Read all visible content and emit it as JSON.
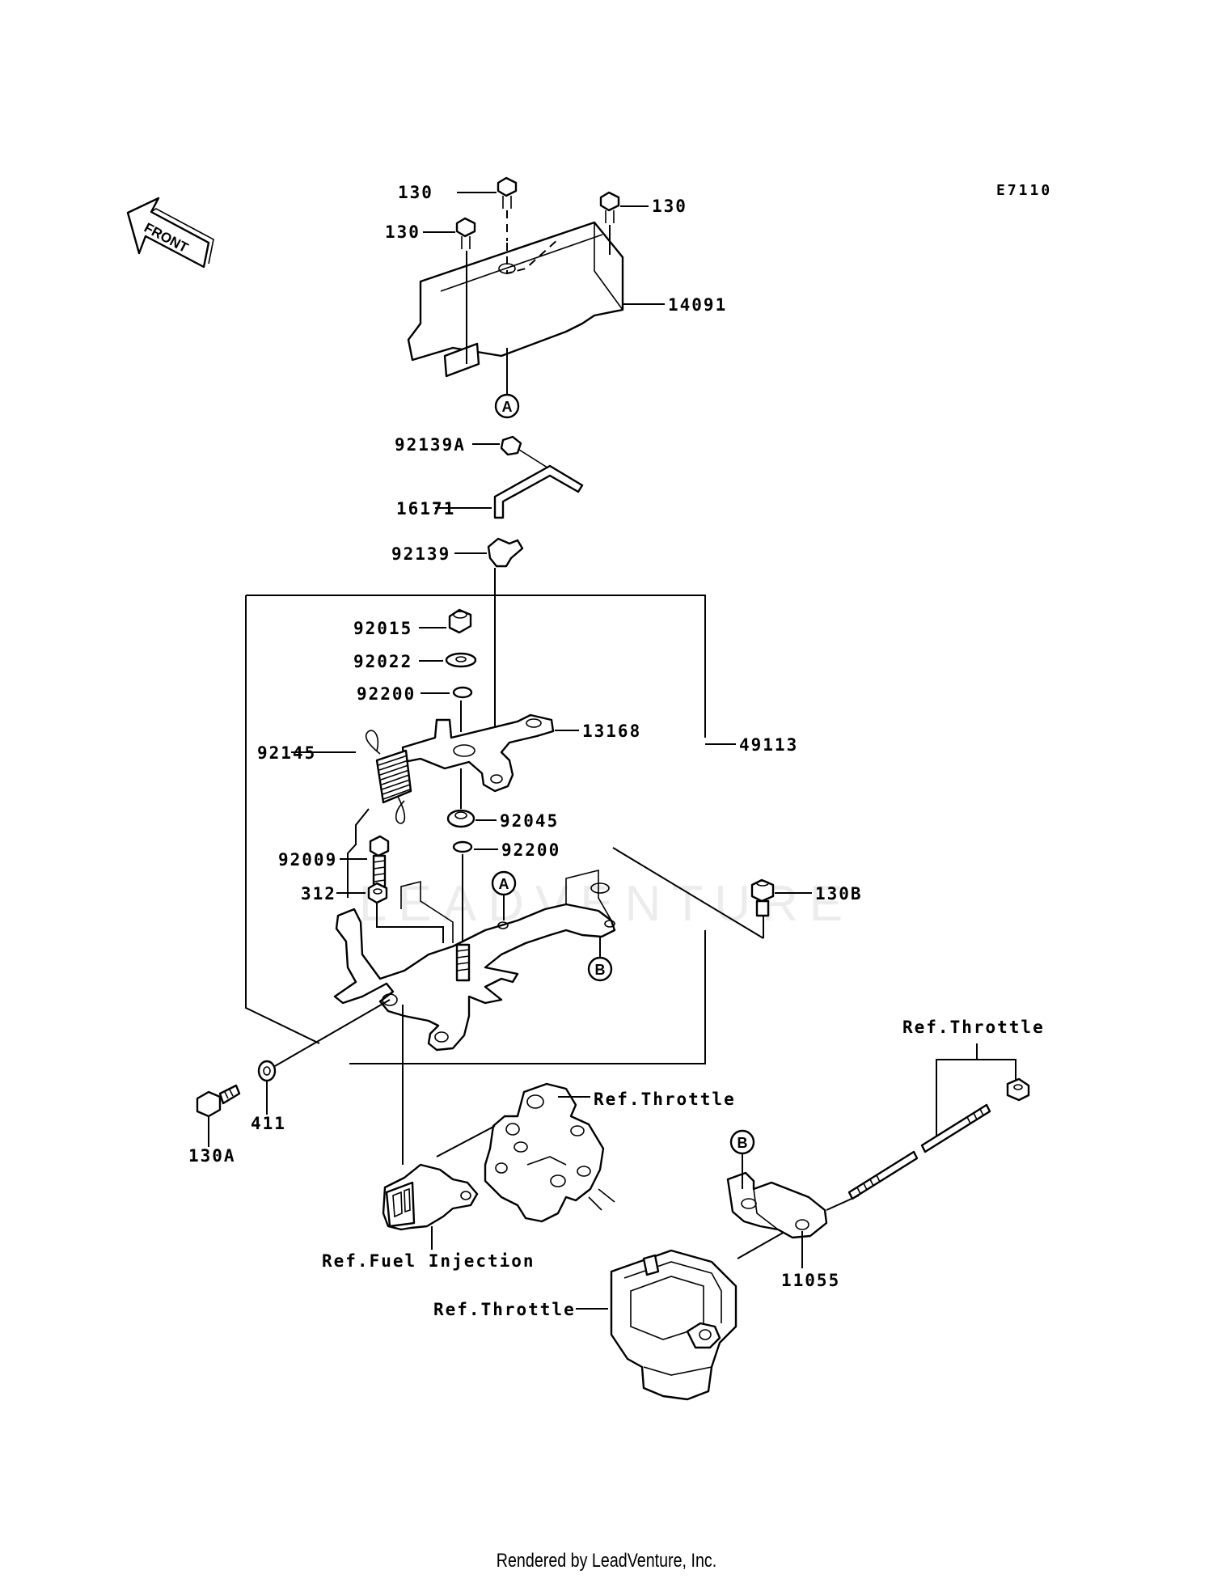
{
  "diagram": {
    "code": "E7110",
    "front_marker": "FRONT",
    "labels": {
      "bolt_130_a": "130",
      "bolt_130_b": "130",
      "bolt_130_c": "130",
      "cover_14091": "14091",
      "clamp_92139a": "92139A",
      "rod_16171": "16171",
      "clamp_92139": "92139",
      "nut_92015": "92015",
      "washer_92022": "92022",
      "washer_92200_top": "92200",
      "lever_13168": "13168",
      "assy_49113": "49113",
      "spring_92145": "92145",
      "bushing_92045": "92045",
      "washer_92200_bottom": "92200",
      "bolt_92009": "92009",
      "nut_312": "312",
      "bolt_130b": "130B",
      "bolt_130a": "130A",
      "washer_411": "411",
      "bracket_11055": "11055"
    },
    "refs": {
      "throttle_top_right": "Ref.Throttle",
      "throttle_middle": "Ref.Throttle",
      "throttle_bottom": "Ref.Throttle",
      "fuel_injection": "Ref.Fuel Injection"
    },
    "markers": {
      "a_top": "A",
      "a_middle": "A",
      "b_middle": "B",
      "b_bottom": "B"
    }
  },
  "footer": {
    "text": "Rendered by LeadVenture, Inc."
  },
  "watermark": {
    "text": "LEADVENTURE"
  }
}
